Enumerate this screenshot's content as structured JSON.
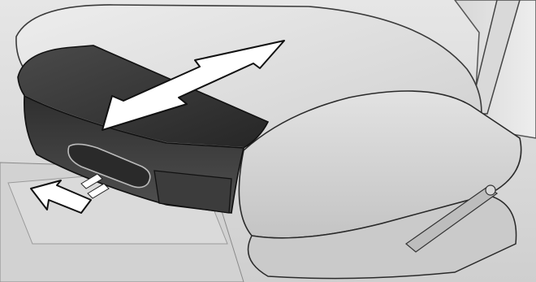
{
  "illustration": {
    "subject": "seat-cushion-extension",
    "arrows": [
      "arrow-forward-back",
      "arrow-pull-handle"
    ],
    "palette": {
      "background": "#ffffff",
      "floor": "#dcdcdc",
      "seat_light": "#e4e4e4",
      "seat_mid": "#cfcfcf",
      "cushion_dark": "#3a3a3a",
      "outline": "#2a2a2a",
      "arrow_fill": "#ffffff"
    }
  }
}
